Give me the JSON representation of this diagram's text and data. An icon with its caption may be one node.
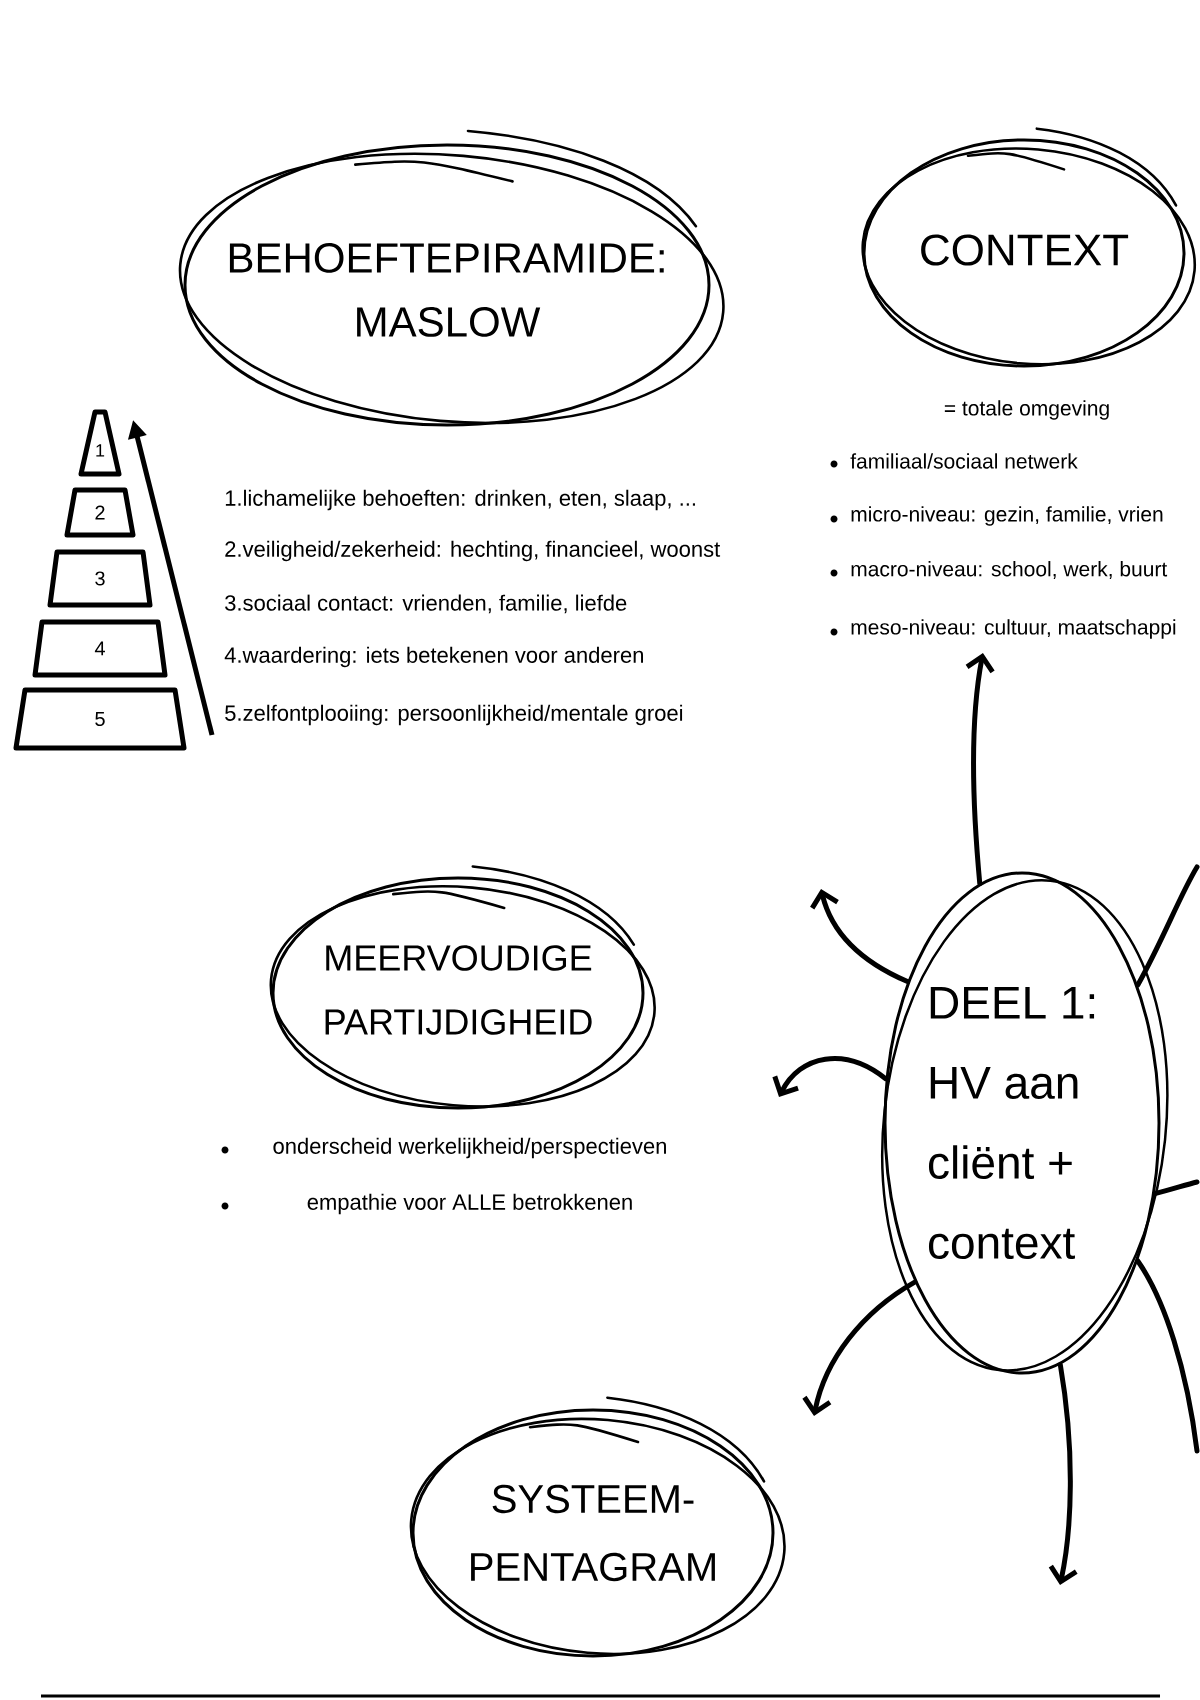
{
  "diagram": {
    "nodes": [
      {
        "text": [
          "BEHOEFTEPIRAMIDE: MASLOW"
        ]
      },
      {
        "text": [
          "CONTEXT"
        ]
      },
      {
        "text": [
          "1"
        ]
      },
      {
        "text": [
          "2"
        ]
      },
      {
        "text": [
          "3"
        ]
      },
      {
        "text": [
          "4"
        ]
      },
      {
        "text": [
          "5"
        ]
      },
      {
        "text": [
          "= totale omgeving",
          "familiaal/sociaal netwerk",
          "micro-niveau: gezin, familie, vrien",
          "macro-niveau: school, werk, buurt",
          "meso-niveau: cultuur, maatschappi"
        ]
      },
      {
        "text": [
          "MEERVOUDIGE PARTIJDIGHEID"
        ]
      },
      {
        "text": [
          "DEEL 1: HV aan cliënt + context"
        ]
      },
      {
        "text": [
          "SYSTEEM- PENTAGRAM"
        ]
      }
    ],
    "edges": [
      {
        "from": 9,
        "to": 7,
        "arrow": "to"
      },
      {
        "from": 9,
        "to": null,
        "arrow": "to"
      },
      {
        "from": 9,
        "to": null,
        "arrow": "to"
      },
      {
        "from": 9,
        "to": null,
        "arrow": "to"
      },
      {
        "from": 9,
        "to": null,
        "arrow": "to"
      },
      {
        "from": 9,
        "to": null,
        "arrow": "none"
      },
      {
        "from": 9,
        "to": null,
        "arrow": "none"
      },
      {
        "from": 9,
        "to": null,
        "arrow": "none"
      }
    ],
    "labels": [
      "1.lichamelijke behoeften: drinken, eten, slaap, ...",
      "2.veiligheid/zekerheid: hechting, financieel, woonst",
      "3.sociaal contact: vrienden, familie, liefde",
      "4.waardering: iets betekenen voor anderen",
      "5.zelfontplooiing: persoonlijkheid/mentale groei",
      "onderscheid werkelijkheid/perspectieven",
      "empathie voor ALLE betrokkenen"
    ]
  }
}
